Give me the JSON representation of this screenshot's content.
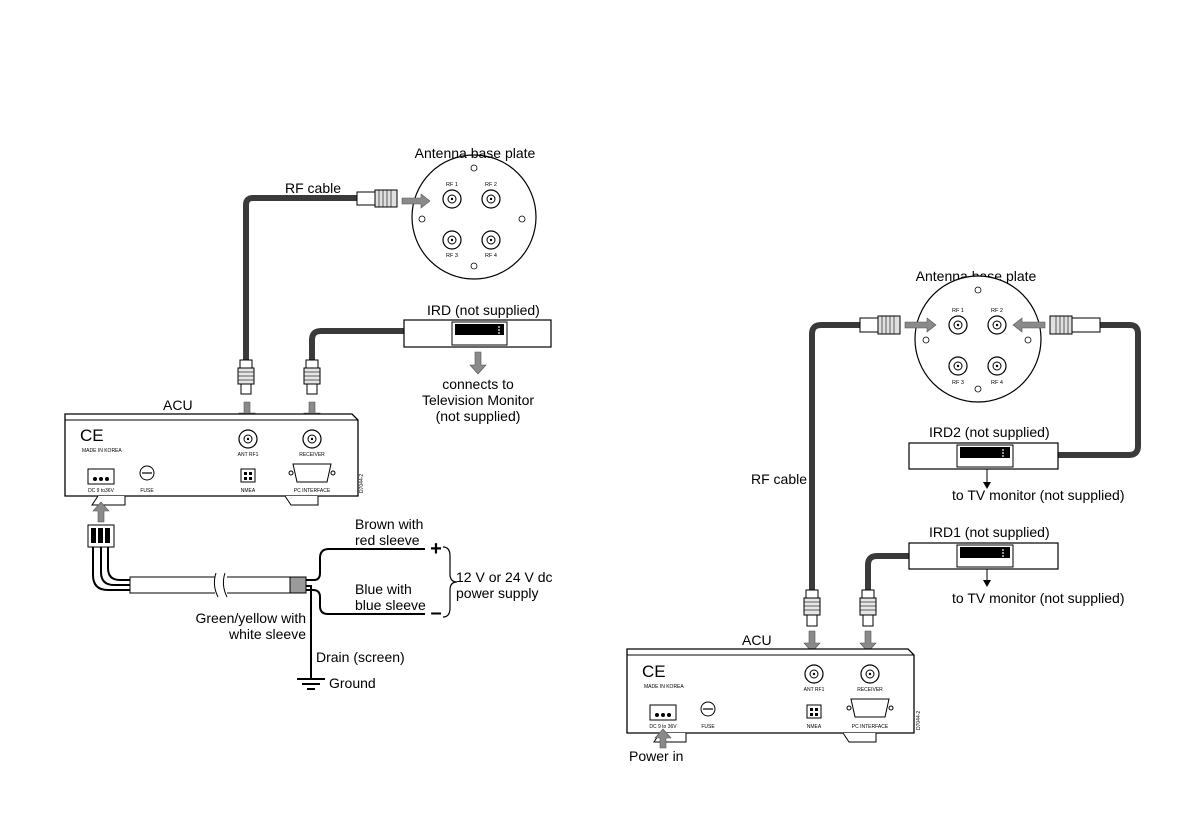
{
  "left": {
    "antenna_title": "Antenna base plate",
    "rf_cable": "RF cable",
    "ird": "IRD (not supplied)",
    "connects_line1": "connects to",
    "connects_line2": "Television Monitor",
    "connects_line3": "(not supplied)",
    "acu": "ACU",
    "brown_line1": "Brown with",
    "brown_line2": "red sleeve",
    "blue_line1": "Blue with",
    "blue_line2": "blue sleeve",
    "supply_line1": "12 V  or 24 V dc",
    "supply_line2": "power supply",
    "green_line1": "Green/yellow with",
    "green_line2": "white sleeve",
    "drain": "Drain (screen)",
    "ground": "Ground",
    "plus": "+",
    "minus": "–"
  },
  "right": {
    "antenna_title": "Antenna base plate",
    "rf_cable": "RF cable",
    "ird2": "IRD2 (not supplied)",
    "ird1": "IRD1 (not supplied)",
    "tv_monitor_2": "to TV monitor (not supplied)",
    "tv_monitor_1": "to TV monitor (not supplied)",
    "acu": "ACU",
    "power_in": "Power in"
  },
  "plate": {
    "rf1": "RF 1",
    "rf2": "RF 2",
    "rf3": "RF 3",
    "rf4": "RF 4"
  },
  "acu_panel": {
    "ce": "CE",
    "made_in": "MADE IN KOREA",
    "dc_left": "DC 9 to36V",
    "dc_right": "DC 9 to 36V",
    "fuse": "FUSE",
    "nmea": "NMEA",
    "ant_rf1": "ANT RF1",
    "receiver": "RECEIVER",
    "pc_interface": "PC INTERFACE",
    "code_left": "D7044-2",
    "code_right": "D7044-2"
  }
}
